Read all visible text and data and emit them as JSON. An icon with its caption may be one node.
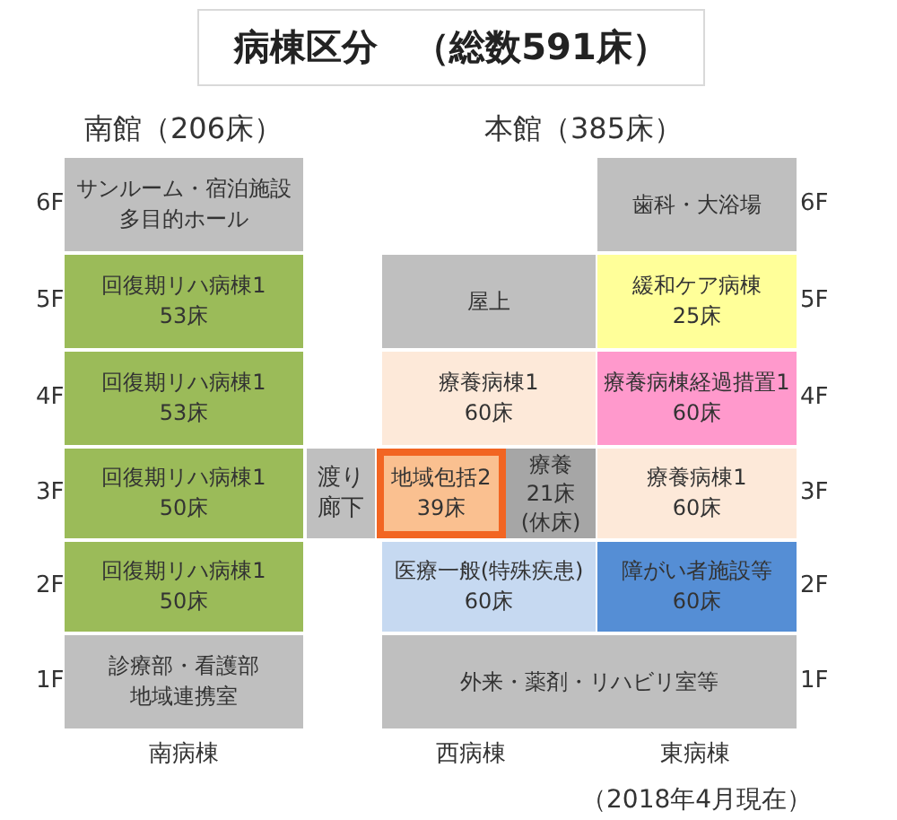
{
  "diagram": {
    "title": "病棟区分　（総数591床）",
    "caption": "（2018年4月現在）",
    "nodes": [
      {
        "text": [
          "サンルーム・宿泊施設",
          "多目的ホール"
        ]
      },
      {
        "text": [
          "歯科・大浴場"
        ]
      },
      {
        "text": [
          "回復期リハ病棟1",
          "53床"
        ]
      },
      {
        "text": [
          "屋上"
        ]
      },
      {
        "text": [
          "緩和ケア病棟",
          "25床"
        ]
      },
      {
        "text": [
          "回復期リハ病棟1",
          "53床"
        ]
      },
      {
        "text": [
          "療養病棟1",
          "60床"
        ]
      },
      {
        "text": [
          "療養病棟経過措置1",
          "60床"
        ]
      },
      {
        "text": [
          "回復期リハ病棟1",
          "50床"
        ]
      },
      {
        "text": [
          "渡り廊下"
        ]
      },
      {
        "text": [
          "地域包括2",
          "39床"
        ]
      },
      {
        "text": [
          "療養",
          "21床",
          "(休床)"
        ]
      },
      {
        "text": [
          "療養病棟1",
          "60床"
        ]
      },
      {
        "text": [
          "回復期リハ病棟1",
          "50床"
        ]
      },
      {
        "text": [
          "医療一般(特殊疾患)",
          "60床"
        ]
      },
      {
        "text": [
          "障がい者施設等",
          "60床"
        ]
      },
      {
        "text": [
          "診療部・看護部",
          "地域連携室"
        ]
      },
      {
        "text": [
          "外来・薬剤・リハビリ室等"
        ]
      }
    ],
    "edges": [],
    "labels": [
      "南館（206床）",
      "本館（385床）",
      "6F",
      "6F",
      "5F",
      "5F",
      "4F",
      "4F",
      "3F",
      "3F",
      "2F",
      "2F",
      "1F",
      "1F",
      "南病棟",
      "西病棟",
      "東病棟"
    ]
  }
}
